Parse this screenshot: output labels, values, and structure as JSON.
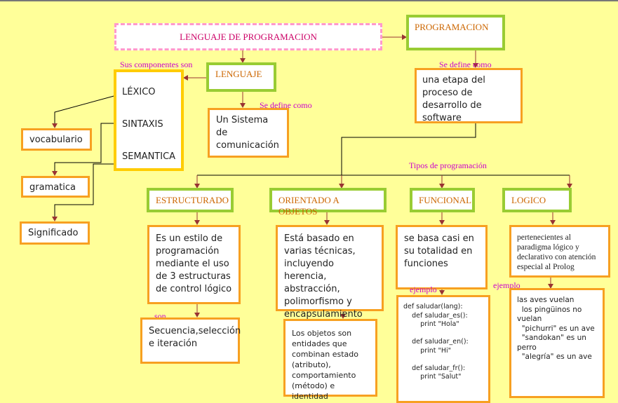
{
  "nodes": {
    "lenguaje_programacion": "LENGUAJE DE PROGRAMACION",
    "programacion": "PROGRAMACION",
    "lenguaje": "LENGUAJE",
    "sistema_comunicacion": "Un Sistema de comunicación",
    "etapa_proceso": "una etapa del proceso de desarrollo de software",
    "componentes": [
      "LÉXICO",
      "SINTAXIS",
      "SEMANTICA"
    ],
    "vocabulario": "vocabulario",
    "gramatica": "gramatica",
    "significado": "Significado",
    "estructurado": "ESTRUCTURADO",
    "orientado_objetos": "ORIENTADO A OBJETOS",
    "funcional": "FUNCIONAL",
    "logico": "LOGICO",
    "estructurado_desc": "Es un estilo de programación mediante el uso de 3 estructuras de control lógico",
    "estructurado_son": "Secuencia,selección e iteración",
    "objetos_desc": "Está basado en varias técnicas, incluyendo herencia, abstracción, polimorfismo y encapsulamiento",
    "objetos_detalle": "Los objetos son entidades que combinan estado (atributo), comportamiento (método) e identidad",
    "funcional_desc": "se basa casi en su totalidad en funciones",
    "funcional_ejemplo": "def saludar(lang):\n    def saludar_es():\n        print \"Hola\"\n\n    def saludar_en():\n        print \"Hi\"\n\n    def saludar_fr():\n        print \"Salut\"",
    "logico_desc": "pertenecientes al paradigma lógico y declarativo con atención especial al Prolog",
    "logico_ejemplo": "las aves vuelan\n  los pingüinos no vuelan\n  \"pichurri\" es un ave\n  \"sandokan\" es un perro\n  \"alegría\" es un ave"
  },
  "labels": {
    "sus_componentes": "Sus componentes son",
    "se_define_como_1": "Se define como",
    "se_define_como_2": "Se define como",
    "tipos": "Tipos de programación",
    "son": "son",
    "ejemplo_1": "ejemplo",
    "ejemplo_2": "ejemplo"
  },
  "colors": {
    "background": "#ffff99",
    "orange_border": "#f7a021",
    "green_border": "#99cc33",
    "yellow_border": "#ffcc00",
    "pink_dashed": "#ff99cc",
    "label_magenta": "#cc00cc",
    "title_text": "#cc6600",
    "connector": "#993333"
  }
}
